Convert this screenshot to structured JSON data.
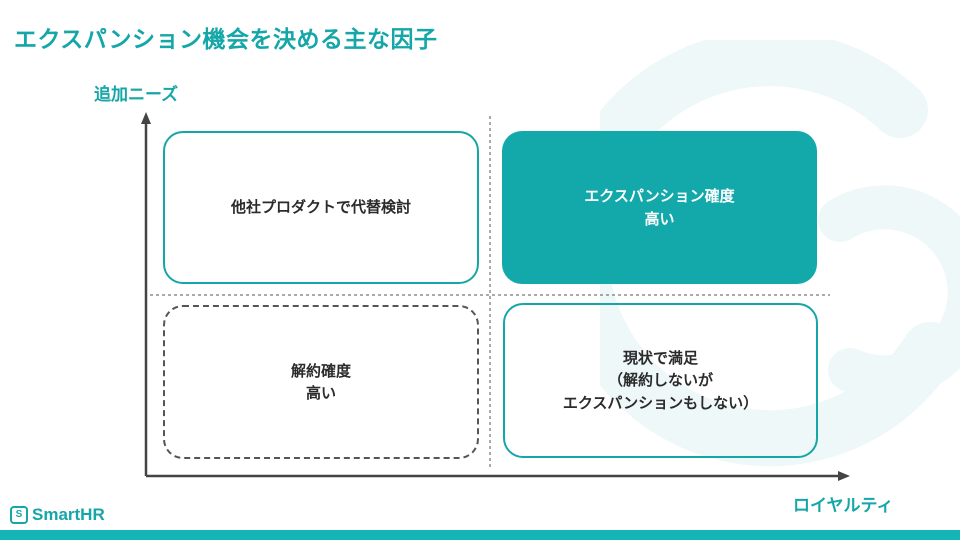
{
  "title": "エクスパンション機会を決める主な因子",
  "axes": {
    "y_label": "追加ニーズ",
    "x_label": "ロイヤルティ"
  },
  "quadrants": {
    "top_left": {
      "lines": [
        "他社プロダクトで代替検討"
      ]
    },
    "top_right": {
      "lines": [
        "エクスパンション確度",
        "高い"
      ]
    },
    "bottom_left": {
      "lines": [
        "解約確度",
        "高い"
      ]
    },
    "bottom_right": {
      "lines": [
        "現状で満足",
        "（解約しないが",
        "エクスパンションもしない）"
      ]
    }
  },
  "logo": {
    "text": "SmartHR",
    "icon": "smarthr-logo-icon"
  },
  "colors": {
    "accent": "#15a6a8",
    "filled_box": "#13a8aa",
    "bottom_bar": "#15b5b7"
  }
}
